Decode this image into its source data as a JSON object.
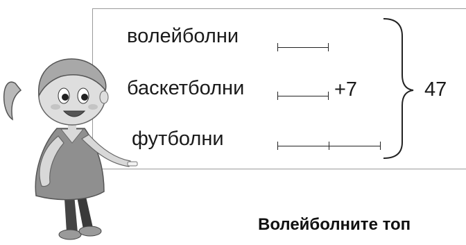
{
  "diagram": {
    "rows": [
      {
        "label": "волейболни",
        "segments": 1,
        "extra": ""
      },
      {
        "label": "баскетболни",
        "segments": 1,
        "extra": "+7"
      },
      {
        "label": "футболни",
        "segments": 2,
        "extra": ""
      }
    ],
    "total": "47"
  },
  "caption": "Волейболните топ"
}
